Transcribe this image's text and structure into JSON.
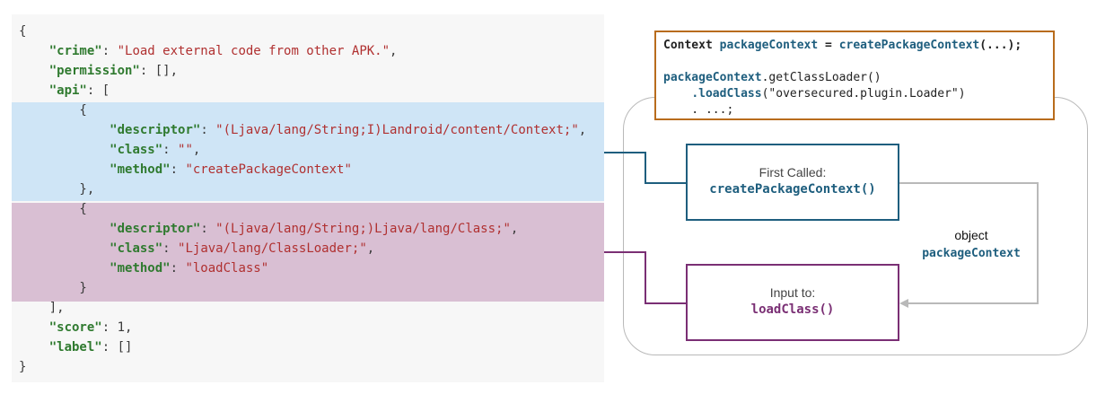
{
  "code": {
    "lines": [
      [
        {
          "t": "{",
          "c": "p"
        }
      ],
      [
        {
          "t": "    ",
          "c": "p"
        },
        {
          "t": "\"crime\"",
          "c": "k"
        },
        {
          "t": ": ",
          "c": "p"
        },
        {
          "t": "\"Load external code from other APK.\"",
          "c": "s"
        },
        {
          "t": ",",
          "c": "p"
        }
      ],
      [
        {
          "t": "    ",
          "c": "p"
        },
        {
          "t": "\"permission\"",
          "c": "k"
        },
        {
          "t": ": [],",
          "c": "p"
        }
      ],
      [
        {
          "t": "    ",
          "c": "p"
        },
        {
          "t": "\"api\"",
          "c": "k"
        },
        {
          "t": ": [",
          "c": "p"
        }
      ],
      [
        {
          "t": "        {",
          "c": "p"
        }
      ],
      [
        {
          "t": "            ",
          "c": "p"
        },
        {
          "t": "\"descriptor\"",
          "c": "k"
        },
        {
          "t": ": ",
          "c": "p"
        },
        {
          "t": "\"(Ljava/lang/String;I)Landroid/content/Context;\"",
          "c": "s"
        },
        {
          "t": ",",
          "c": "p"
        }
      ],
      [
        {
          "t": "            ",
          "c": "p"
        },
        {
          "t": "\"class\"",
          "c": "k"
        },
        {
          "t": ": ",
          "c": "p"
        },
        {
          "t": "\"\"",
          "c": "s"
        },
        {
          "t": ",",
          "c": "p"
        }
      ],
      [
        {
          "t": "            ",
          "c": "p"
        },
        {
          "t": "\"method\"",
          "c": "k"
        },
        {
          "t": ": ",
          "c": "p"
        },
        {
          "t": "\"createPackageContext\"",
          "c": "s"
        }
      ],
      [
        {
          "t": "        },",
          "c": "p"
        }
      ],
      [
        {
          "t": "        {",
          "c": "p"
        }
      ],
      [
        {
          "t": "            ",
          "c": "p"
        },
        {
          "t": "\"descriptor\"",
          "c": "k"
        },
        {
          "t": ": ",
          "c": "p"
        },
        {
          "t": "\"(Ljava/lang/String;)Ljava/lang/Class;\"",
          "c": "s"
        },
        {
          "t": ",",
          "c": "p"
        }
      ],
      [
        {
          "t": "            ",
          "c": "p"
        },
        {
          "t": "\"class\"",
          "c": "k"
        },
        {
          "t": ": ",
          "c": "p"
        },
        {
          "t": "\"Ljava/lang/ClassLoader;\"",
          "c": "s"
        },
        {
          "t": ",",
          "c": "p"
        }
      ],
      [
        {
          "t": "            ",
          "c": "p"
        },
        {
          "t": "\"method\"",
          "c": "k"
        },
        {
          "t": ": ",
          "c": "p"
        },
        {
          "t": "\"loadClass\"",
          "c": "s"
        }
      ],
      [
        {
          "t": "        }",
          "c": "p"
        }
      ],
      [
        {
          "t": "    ],",
          "c": "p"
        }
      ],
      [
        {
          "t": "    ",
          "c": "p"
        },
        {
          "t": "\"score\"",
          "c": "k"
        },
        {
          "t": ": 1,",
          "c": "p"
        }
      ],
      [
        {
          "t": "    ",
          "c": "p"
        },
        {
          "t": "\"label\"",
          "c": "k"
        },
        {
          "t": ": []",
          "c": "p"
        }
      ],
      [
        {
          "t": "}",
          "c": "p"
        }
      ]
    ]
  },
  "context_code": {
    "line1": [
      {
        "t": "Context ",
        "c": "ctxk"
      },
      {
        "t": "packageContext",
        "c": "ident"
      },
      {
        "t": " = ",
        "c": "ctxk"
      },
      {
        "t": "createPackageContext",
        "c": "ident"
      },
      {
        "t": "(...);",
        "c": "ctxk"
      }
    ],
    "line2": [
      {
        "t": "packageContext",
        "c": "ident"
      },
      {
        "t": ".getClassLoader()",
        "c": "str"
      }
    ],
    "line3": [
      {
        "t": "    ",
        "c": "str"
      },
      {
        "t": ".loadClass",
        "c": "ident"
      },
      {
        "t": "(\"oversecured.plugin.Loader\")",
        "c": "str"
      }
    ],
    "line4": [
      {
        "t": "    . ...;",
        "c": "str"
      }
    ]
  },
  "first_called": {
    "label": "First Called:",
    "fn": "createPackageContext()"
  },
  "input_to": {
    "label": "Input to:",
    "fn": "loadClass()"
  },
  "object_link": {
    "label": "object",
    "name": "packageContext"
  },
  "colors": {
    "blue": "#1e5e7e",
    "purple": "#7a2f74",
    "orange": "#b86c1d",
    "gray": "#b9b9b9"
  }
}
